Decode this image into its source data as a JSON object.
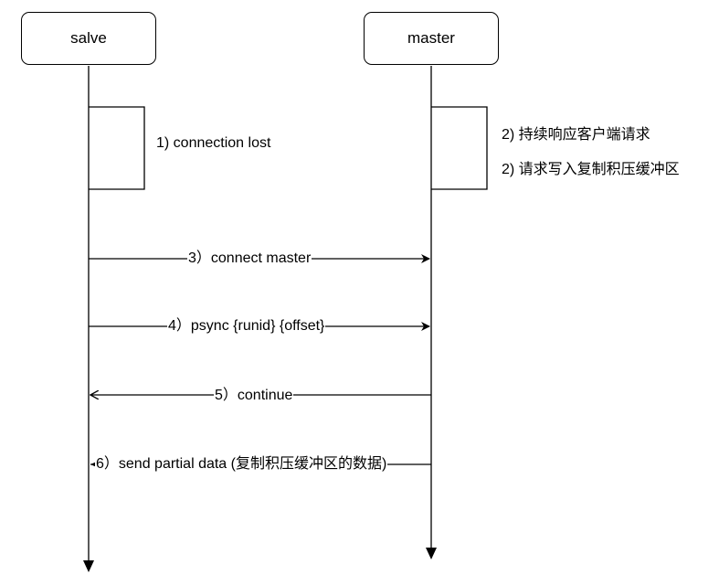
{
  "actors": {
    "slave": "salve",
    "master": "master"
  },
  "notes": {
    "slave_1": "1) connection lost",
    "master_1": "2) 持续响应客户端请求",
    "master_2": "2) 请求写入复制积压缓冲区"
  },
  "messages": [
    {
      "label": "3）connect master",
      "direction": "slave-to-master"
    },
    {
      "label": "4）psync {runid} {offset}",
      "direction": "slave-to-master"
    },
    {
      "label": "5）continue",
      "direction": "master-to-slave"
    },
    {
      "label": "6）send partial data (复制积压缓冲区的数据)",
      "direction": "master-to-slave"
    }
  ]
}
